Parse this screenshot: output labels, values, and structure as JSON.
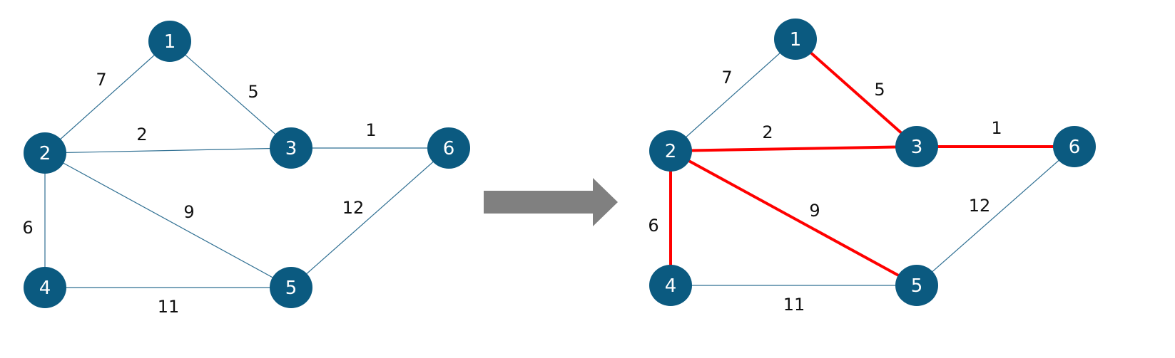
{
  "colors": {
    "node_fill": "#0b5a80",
    "edge": "#2f6f92",
    "highlight": "#ff0000",
    "arrow": "#808080",
    "node_text": "#ffffff",
    "weight_text": "#111111"
  },
  "nodes": [
    "1",
    "2",
    "3",
    "4",
    "5",
    "6"
  ],
  "edges": [
    {
      "from": "1",
      "to": "2",
      "weight": "7"
    },
    {
      "from": "1",
      "to": "3",
      "weight": "5"
    },
    {
      "from": "2",
      "to": "3",
      "weight": "2"
    },
    {
      "from": "3",
      "to": "6",
      "weight": "1"
    },
    {
      "from": "2",
      "to": "4",
      "weight": "6"
    },
    {
      "from": "2",
      "to": "5",
      "weight": "9"
    },
    {
      "from": "5",
      "to": "6",
      "weight": "12"
    },
    {
      "from": "4",
      "to": "5",
      "weight": "11"
    }
  ],
  "graphs": [
    {
      "id": "original",
      "highlighted_edges": []
    },
    {
      "id": "result",
      "highlighted_edges": [
        "1-3",
        "2-3",
        "3-6",
        "2-4",
        "2-5"
      ]
    }
  ]
}
